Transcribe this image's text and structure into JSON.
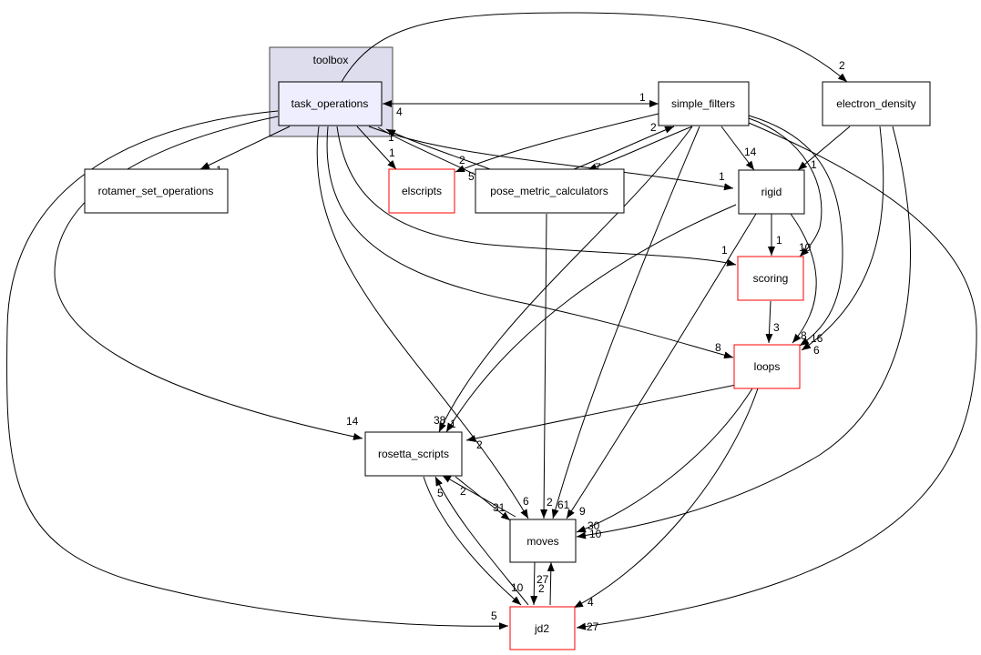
{
  "cluster": {
    "label": "toolbox"
  },
  "nodes": {
    "task_operations": {
      "label": "task_operations",
      "linked": false
    },
    "rotamer_set_operations": {
      "label": "rotamer_set_operations",
      "linked": false
    },
    "elscripts": {
      "label": "elscripts",
      "linked": true
    },
    "pose_metric_calculators": {
      "label": "pose_metric_calculators",
      "linked": false
    },
    "simple_filters": {
      "label": "simple_filters",
      "linked": false
    },
    "electron_density": {
      "label": "electron_density",
      "linked": false
    },
    "rigid": {
      "label": "rigid",
      "linked": false
    },
    "scoring": {
      "label": "scoring",
      "linked": true
    },
    "loops": {
      "label": "loops",
      "linked": true
    },
    "rosetta_scripts": {
      "label": "rosetta_scripts",
      "linked": false
    },
    "moves": {
      "label": "moves",
      "linked": false
    },
    "jd2": {
      "label": "jd2",
      "linked": true
    }
  },
  "edge_labels": {
    "task_ops_in_from_simple": "4",
    "simple_in_from_task_ops": "1",
    "electron_in_from_task_ops": "2",
    "rotamer_in": "1",
    "elscripts_in_from_task_ops": "1",
    "elscripts_in_from_simple": "5",
    "task_ops_in_from_pose": "2",
    "task_ops_in_bottom": "1",
    "simple_in_from_pose": "2",
    "pose_in_from_simple": "7",
    "rigid_in_from_task_ops": "1",
    "rigid_in_from_simple": "14",
    "rigid_in_from_electron": "1",
    "scoring_in_from_task_ops": "1",
    "scoring_in_from_rigid": "1",
    "scoring_in_from_simple": "10",
    "loops_in_from_task_ops": "8",
    "loops_in_from_scoring": "3",
    "loops_in_from_rigid": "8",
    "loops_in_from_simple": "16",
    "loops_in_from_electron": "6",
    "rosetta_in_from_task_ops": "14",
    "rosetta_in_from_simple": "38",
    "rosetta_in_from_rigid": "1",
    "rosetta_in_from_loops": "2",
    "rosetta_in_from_moves": "2",
    "rosetta_in_from_jd2": "5",
    "moves_in_from_rosetta": "31",
    "moves_in_from_task_ops": "6",
    "moves_in_from_pose": "2",
    "moves_in_from_simple": "61",
    "moves_in_from_rigid": "9",
    "moves_in_from_loops": "30",
    "moves_in_from_electron": "10",
    "moves_in_from_jd2": "27",
    "jd2_in_from_task_ops": "5",
    "jd2_in_from_rosetta": "10",
    "jd2_in_from_moves": "2",
    "jd2_in_from_loops": "4",
    "jd2_in_from_simple": "27"
  },
  "colors": {
    "cluster_fill": "#ddddee",
    "focus_fill": "#eeeeff",
    "linked_border": "#ff0000",
    "edge": "#000000"
  }
}
